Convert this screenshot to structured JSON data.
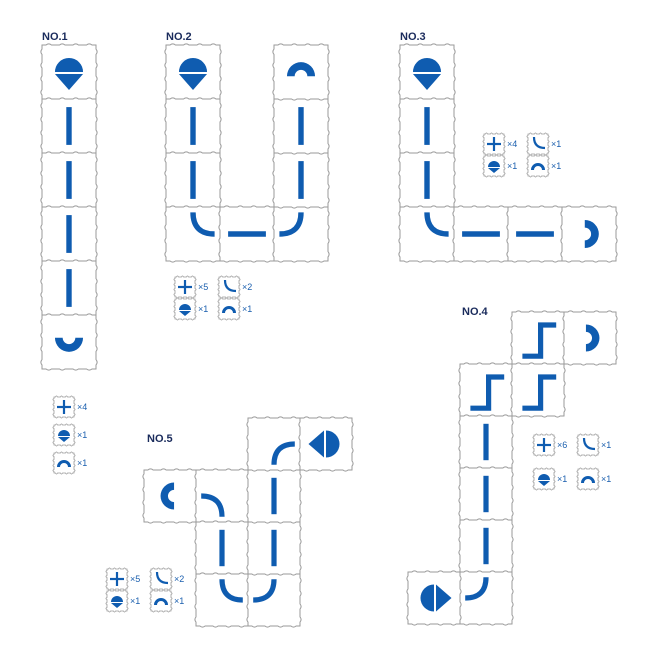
{
  "colors": {
    "path": "#0f5cb0",
    "tile_stroke": "#9a9a9a",
    "tile_fill": "#ffffff",
    "label": "#1a2b5c"
  },
  "puzzles": [
    {
      "id": "no1",
      "label": "NO.1",
      "tiles": [
        [
          0,
          0
        ],
        [
          0,
          1
        ],
        [
          0,
          2
        ],
        [
          0,
          3
        ],
        [
          0,
          4
        ],
        [
          0,
          5
        ]
      ],
      "pieces": [
        {
          "type": "start-arrow",
          "col": 0,
          "row": 0,
          "dir": "down"
        },
        {
          "type": "dash",
          "col": 0,
          "row": 1,
          "dir": "v"
        },
        {
          "type": "dash",
          "col": 0,
          "row": 2,
          "dir": "v"
        },
        {
          "type": "dash",
          "col": 0,
          "row": 3,
          "dir": "v"
        },
        {
          "type": "dash",
          "col": 0,
          "row": 4,
          "dir": "v"
        },
        {
          "type": "end-cup",
          "col": 0,
          "row": 5,
          "open": "up"
        }
      ],
      "legend": [
        {
          "piece": "cross",
          "count": "×4"
        },
        {
          "piece": "drop",
          "count": "×1"
        },
        {
          "piece": "arc",
          "count": "×1"
        }
      ]
    },
    {
      "id": "no2",
      "label": "NO.2",
      "tiles": [
        [
          0,
          0
        ],
        [
          0,
          1
        ],
        [
          0,
          2
        ],
        [
          0,
          3
        ],
        [
          1,
          3
        ],
        [
          2,
          3
        ],
        [
          2,
          2
        ],
        [
          2,
          1
        ],
        [
          2,
          0
        ]
      ],
      "pieces": [
        {
          "type": "start-arrow",
          "col": 0,
          "row": 0,
          "dir": "down"
        },
        {
          "type": "dash",
          "col": 0,
          "row": 1,
          "dir": "v"
        },
        {
          "type": "dash",
          "col": 0,
          "row": 2,
          "dir": "v"
        },
        {
          "type": "curve",
          "col": 0,
          "row": 3,
          "from": "up",
          "to": "right"
        },
        {
          "type": "dash",
          "col": 1,
          "row": 3,
          "dir": "h"
        },
        {
          "type": "curve",
          "col": 2,
          "row": 3,
          "from": "left",
          "to": "up"
        },
        {
          "type": "dash",
          "col": 2,
          "row": 2,
          "dir": "v"
        },
        {
          "type": "dash",
          "col": 2,
          "row": 1,
          "dir": "v"
        },
        {
          "type": "end-cup",
          "col": 2,
          "row": 0,
          "open": "down"
        }
      ],
      "legend": [
        {
          "piece": "cross",
          "count": "×5"
        },
        {
          "piece": "curve",
          "count": "×2"
        },
        {
          "piece": "drop",
          "count": "×1"
        },
        {
          "piece": "arc",
          "count": "×1"
        }
      ]
    },
    {
      "id": "no3",
      "label": "NO.3",
      "tiles": [
        [
          0,
          0
        ],
        [
          0,
          1
        ],
        [
          0,
          2
        ],
        [
          0,
          3
        ],
        [
          1,
          3
        ],
        [
          2,
          3
        ],
        [
          3,
          3
        ]
      ],
      "pieces": [
        {
          "type": "start-arrow",
          "col": 0,
          "row": 0,
          "dir": "down"
        },
        {
          "type": "dash",
          "col": 0,
          "row": 1,
          "dir": "v"
        },
        {
          "type": "dash",
          "col": 0,
          "row": 2,
          "dir": "v"
        },
        {
          "type": "curve",
          "col": 0,
          "row": 3,
          "from": "up",
          "to": "right"
        },
        {
          "type": "dash",
          "col": 1,
          "row": 3,
          "dir": "h"
        },
        {
          "type": "dash",
          "col": 2,
          "row": 3,
          "dir": "h"
        },
        {
          "type": "end-cup",
          "col": 3,
          "row": 3,
          "open": "left"
        }
      ],
      "legend": [
        {
          "piece": "cross",
          "count": "×4"
        },
        {
          "piece": "curve",
          "count": "×1"
        },
        {
          "piece": "drop",
          "count": "×1"
        },
        {
          "piece": "arc",
          "count": "×1"
        }
      ]
    },
    {
      "id": "no4",
      "label": "NO.4",
      "tiles": [
        [
          2,
          0
        ],
        [
          3,
          0
        ],
        [
          1,
          1
        ],
        [
          2,
          1
        ],
        [
          1,
          2
        ],
        [
          1,
          3
        ],
        [
          1,
          4
        ],
        [
          1,
          5
        ],
        [
          0,
          5
        ]
      ],
      "pieces": [
        {
          "type": "end-cup",
          "col": 3,
          "row": 0,
          "open": "left"
        },
        {
          "type": "zig",
          "col": 2,
          "row": 0
        },
        {
          "type": "zig",
          "col": 2,
          "row": 1
        },
        {
          "type": "zig",
          "col": 1,
          "row": 1
        },
        {
          "type": "dash",
          "col": 1,
          "row": 2,
          "dir": "v"
        },
        {
          "type": "dash",
          "col": 1,
          "row": 3,
          "dir": "v"
        },
        {
          "type": "dash",
          "col": 1,
          "row": 4,
          "dir": "v"
        },
        {
          "type": "curve",
          "col": 1,
          "row": 5,
          "from": "up",
          "to": "left"
        },
        {
          "type": "start-arrow",
          "col": 0,
          "row": 5,
          "dir": "right"
        }
      ],
      "legend": [
        {
          "piece": "cross",
          "count": "×6"
        },
        {
          "piece": "curve",
          "count": "×1"
        },
        {
          "piece": "drop",
          "count": "×1"
        },
        {
          "piece": "arc",
          "count": "×1"
        }
      ]
    },
    {
      "id": "no5",
      "label": "NO.5",
      "tiles": [
        [
          0,
          1
        ],
        [
          1,
          1
        ],
        [
          1,
          2
        ],
        [
          1,
          3
        ],
        [
          2,
          3
        ],
        [
          2,
          2
        ],
        [
          2,
          1
        ],
        [
          2,
          0
        ],
        [
          3,
          0
        ]
      ],
      "pieces": [
        {
          "type": "end-cup",
          "col": 0,
          "row": 1,
          "open": "right"
        },
        {
          "type": "curve",
          "col": 1,
          "row": 1,
          "from": "left",
          "to": "down"
        },
        {
          "type": "dash",
          "col": 1,
          "row": 2,
          "dir": "v"
        },
        {
          "type": "curve",
          "col": 1,
          "row": 3,
          "from": "up",
          "to": "right"
        },
        {
          "type": "curve",
          "col": 2,
          "row": 3,
          "from": "left",
          "to": "up"
        },
        {
          "type": "dash",
          "col": 2,
          "row": 2,
          "dir": "v"
        },
        {
          "type": "dash",
          "col": 2,
          "row": 1,
          "dir": "v"
        },
        {
          "type": "curve",
          "col": 2,
          "row": 0,
          "from": "down",
          "to": "right"
        },
        {
          "type": "start-arrow",
          "col": 3,
          "row": 0,
          "dir": "left"
        }
      ],
      "legend": [
        {
          "piece": "cross",
          "count": "×5"
        },
        {
          "piece": "curve",
          "count": "×2"
        },
        {
          "piece": "drop",
          "count": "×1"
        },
        {
          "piece": "arc",
          "count": "×1"
        }
      ]
    }
  ]
}
